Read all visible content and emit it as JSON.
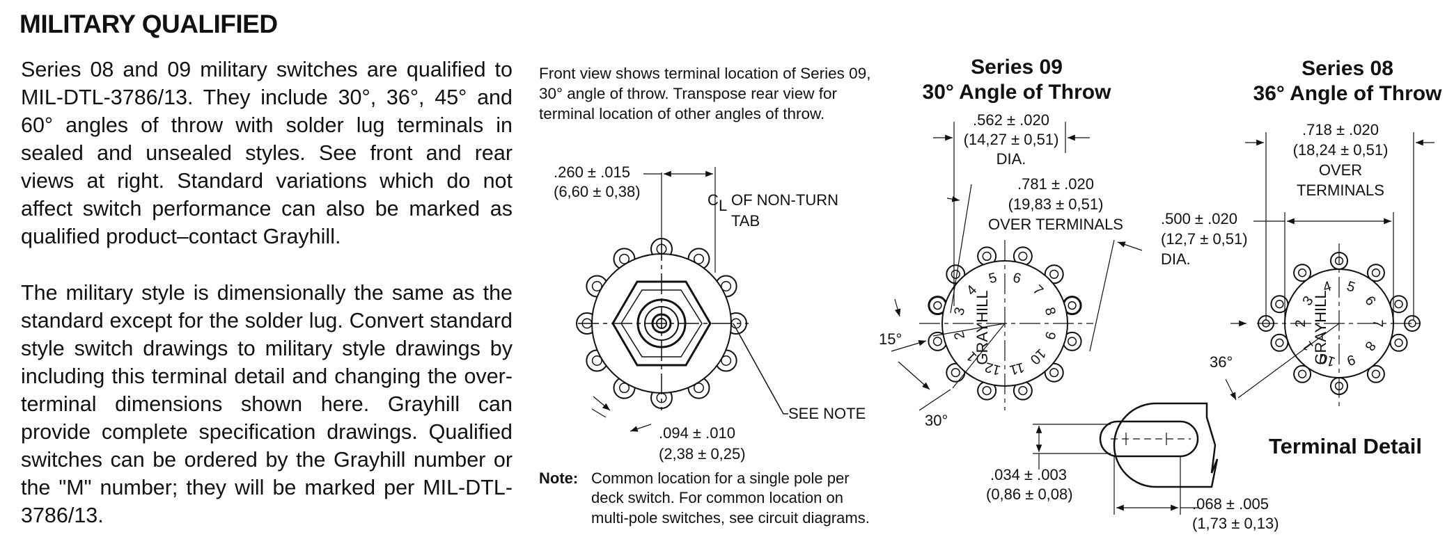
{
  "heading": "MILITARY QUALIFIED",
  "paragraphs": [
    "Series 08 and 09 military switches are qualified to MIL-DTL-3786/13. They include 30°, 36°, 45° and 60° angles of throw with solder lug terminals in sealed and unsealed styles. See front and rear views at right. Standard variations which do not affect switch performance can also be marked as qualified product–contact Grayhill.",
    "The military style is dimensionally the same as the standard except for the solder lug. Convert standard style switch drawings to military style drawings by including this terminal detail and changing the over-terminal dimensions shown here. Grayhill can provide complete specification drawings. Qualified switches can be ordered by the Grayhill number or the \"M\" number; they will be marked per MIL-DTL-3786/13."
  ],
  "front_view": {
    "caption": "Front view shows terminal location of Series 09, 30° angle of throw. Transpose rear view for terminal location of other angles of throw.",
    "dim_tab_in": ".260 ± .015",
    "dim_tab_mm": "(6,60 ± 0,38)",
    "tab_label_1": "C",
    "tab_label_2": "L",
    "tab_label_3": "OF NON-TURN",
    "tab_label_4": "TAB",
    "see_note": "SEE NOTE",
    "dim_hole_in": ".094 ± .010",
    "dim_hole_mm": "(2,38 ± 0,25)",
    "note_label": "Note:",
    "note_line1": "Common location for a single pole per",
    "note_line2": "deck switch. For common location on",
    "note_line3": "multi-pole switches, see circuit diagrams."
  },
  "series09": {
    "title": "Series 09",
    "subtitle": "30° Angle of Throw",
    "dia_in": ".562 ± .020",
    "dia_mm": "(14,27 ± 0,51)",
    "dia_label": "DIA.",
    "over_in": ".781 ± .020",
    "over_mm": "(19,83 ± 0,51)",
    "over_label": "OVER TERMINALS",
    "angle_15": "15°",
    "angle_30": "30°",
    "brand": "GRAYHILL",
    "numbers": [
      "1",
      "2",
      "3",
      "4",
      "5",
      "6",
      "7",
      "8",
      "9",
      "10",
      "11",
      "12"
    ]
  },
  "series08": {
    "title": "Series 08",
    "subtitle": "36° Angle of Throw",
    "over_in": ".718 ± .020",
    "over_mm": "(18,24 ± 0,51)",
    "over_label1": "OVER",
    "over_label2": "TERMINALS",
    "dia_in": ".500 ± .020",
    "dia_mm": "(12,7 ± 0,51)",
    "dia_label": "DIA.",
    "angle_36": "36°",
    "brand": "GRAYHILL",
    "numbers": [
      "1",
      "2",
      "3",
      "4",
      "5",
      "6",
      "7",
      "8",
      "9",
      "10"
    ]
  },
  "terminal_detail": {
    "title": "Terminal Detail",
    "thick_in": ".034 ± .003",
    "thick_mm": "(0,86 ± 0,08)",
    "slot_in": ".068 ± .005",
    "slot_mm": "(1,73 ± 0,13)"
  }
}
